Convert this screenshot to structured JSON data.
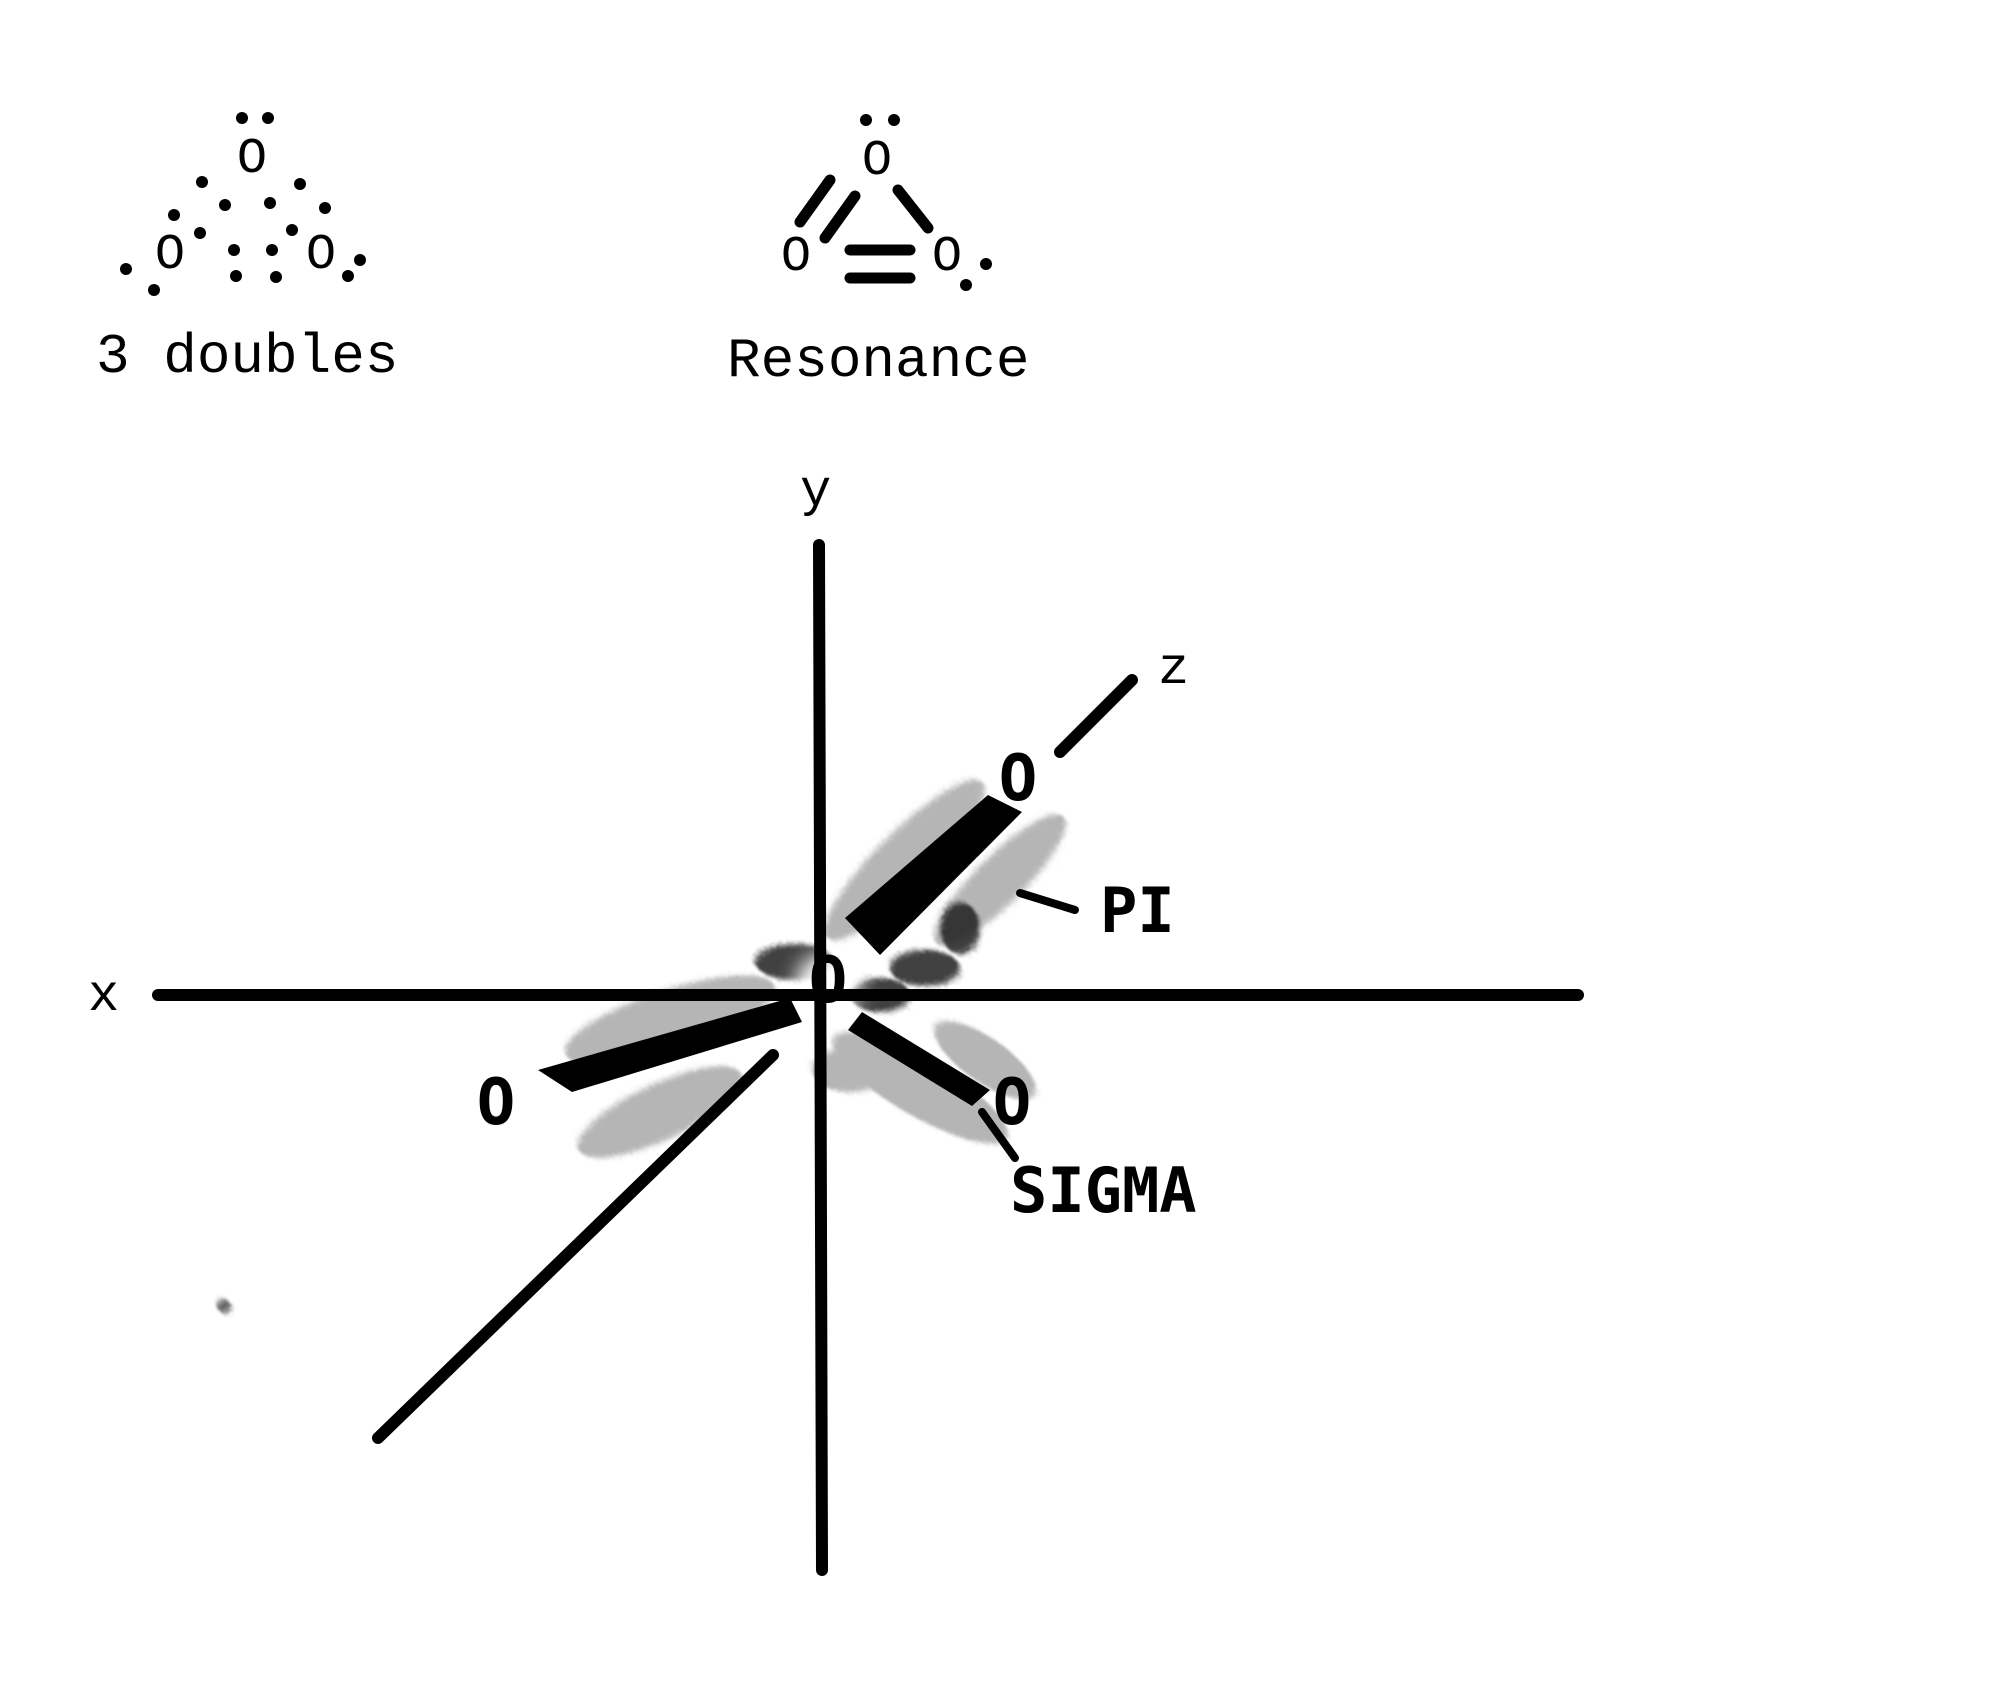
{
  "panels": {
    "three_doubles": {
      "atom_top": "O",
      "atom_left": "O",
      "atom_right": "O",
      "caption": "3 doubles"
    },
    "resonance": {
      "atom_top": "O",
      "atom_left": "O",
      "atom_right": "O",
      "caption": "Resonance"
    }
  },
  "axes": {
    "x_label": "x",
    "y_label": "y",
    "z_label": "z"
  },
  "molecule": {
    "center_atom": "O",
    "upper_right_atom": "O",
    "left_atom": "O",
    "lower_right_atom": "O"
  },
  "labels": {
    "pi": "PI",
    "sigma": "SIGMA"
  }
}
